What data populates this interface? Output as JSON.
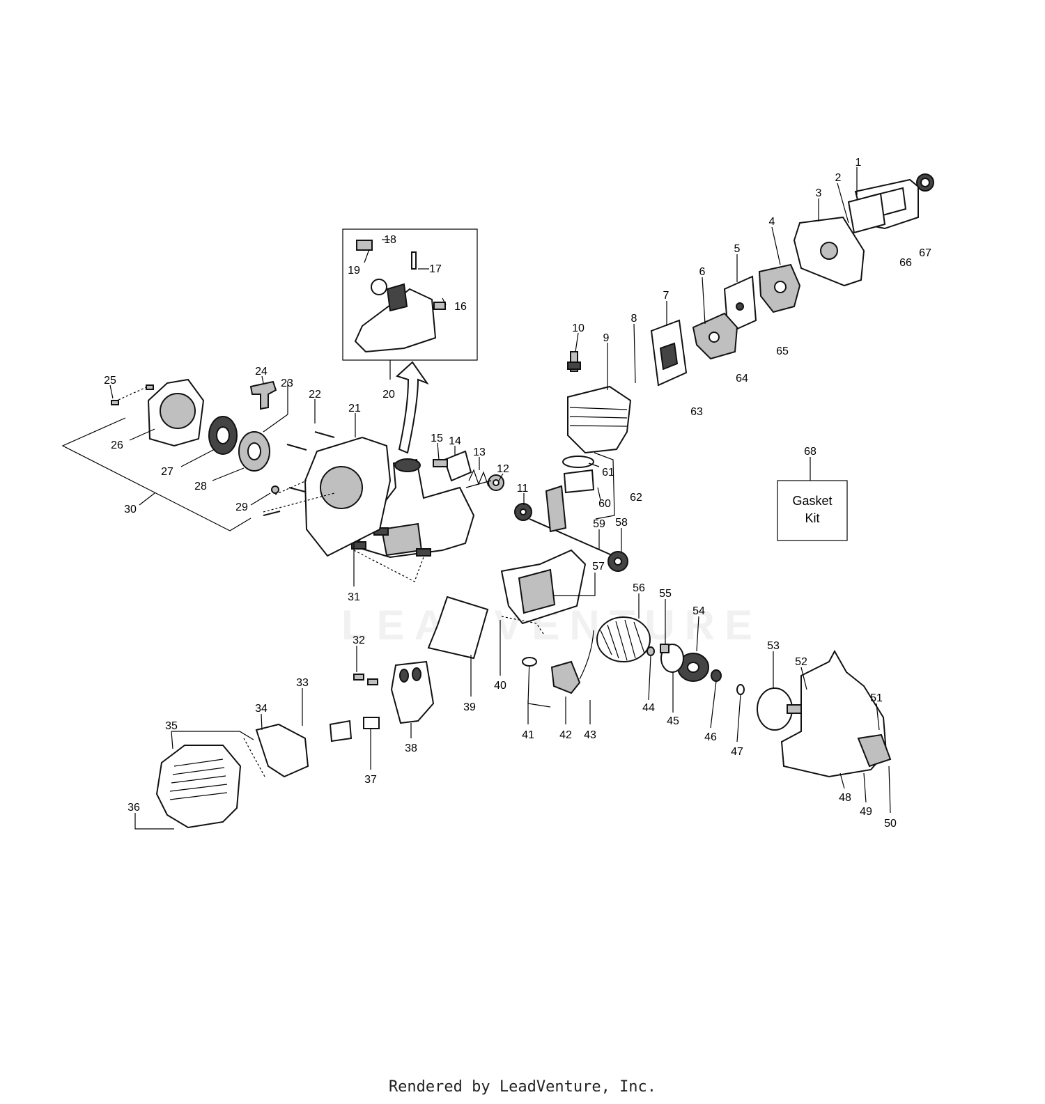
{
  "labels": {
    "p1": "1",
    "p2": "2",
    "p3": "3",
    "p4": "4",
    "p5": "5",
    "p6": "6",
    "p7": "7",
    "p8": "8",
    "p9": "9",
    "p10": "10",
    "p11": "11",
    "p12": "12",
    "p13": "13",
    "p14": "14",
    "p15": "15",
    "p16": "16",
    "p17": "17",
    "p18": "18",
    "p19": "19",
    "p20": "20",
    "p21": "21",
    "p22": "22",
    "p23": "23",
    "p24": "24",
    "p25": "25",
    "p26": "26",
    "p27": "27",
    "p28": "28",
    "p29": "29",
    "p30": "30",
    "p31": "31",
    "p32": "32",
    "p33": "33",
    "p34": "34",
    "p35": "35",
    "p36": "36",
    "p37": "37",
    "p38": "38",
    "p39": "39",
    "p40": "40",
    "p41": "41",
    "p42": "42",
    "p43": "43",
    "p44": "44",
    "p45": "45",
    "p46": "46",
    "p47": "47",
    "p48": "48",
    "p49": "49",
    "p50": "50",
    "p51": "51",
    "p52": "52",
    "p53": "53",
    "p54": "54",
    "p55": "55",
    "p56": "56",
    "p57": "57",
    "p58": "58",
    "p59": "59",
    "p60": "60",
    "p61": "61",
    "p62": "62",
    "p63": "63",
    "p64": "64",
    "p65": "65",
    "p66": "66",
    "p67": "67",
    "p68": "68"
  },
  "gasket_kit": {
    "line1": "Gasket",
    "line2": "Kit"
  },
  "watermark": "LEADVENTURE",
  "footer": "Rendered by LeadVenture, Inc."
}
